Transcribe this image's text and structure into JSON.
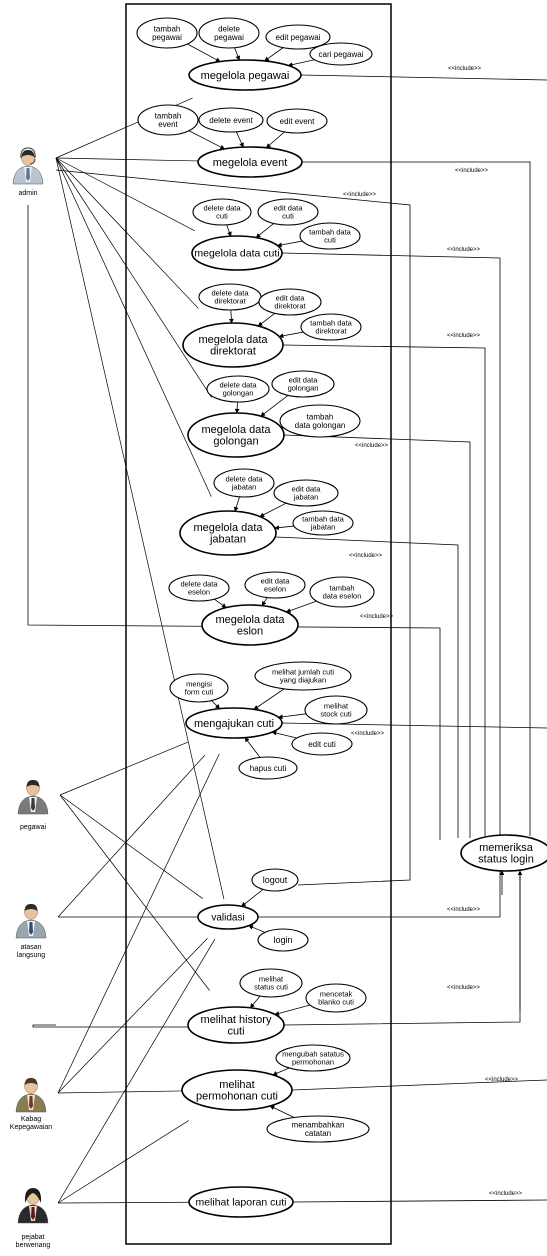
{
  "actors": {
    "admin": "admin",
    "pegawai": "pegawai",
    "atasan": [
      "atasan",
      "langsung"
    ],
    "kabag": [
      "Kabag",
      "Kepegawaian"
    ],
    "pejabat": [
      "pejabat",
      "berwenang"
    ]
  },
  "use_cases": {
    "megelola_pegawai": [
      "megelola pegawai"
    ],
    "tambah_pegawai": [
      "tambah",
      "pegawai"
    ],
    "delete_pegawai": [
      "delete",
      "pegawai"
    ],
    "edit_pegawai": [
      "edit pegawai"
    ],
    "cari_pegawai": [
      "cari pegawai"
    ],
    "megelola_event": [
      "megelola event"
    ],
    "tambah_event": [
      "tambah",
      "event"
    ],
    "delete_event": [
      "delete event"
    ],
    "edit_event": [
      "edit event"
    ],
    "megelola_data_cuti": [
      "megelola data cuti"
    ],
    "delete_data_cuti": [
      "delete data",
      "cuti"
    ],
    "edit_data_cuti": [
      "edit data",
      "cuti"
    ],
    "tambah_data_cuti": [
      "tambah data",
      "cuti"
    ],
    "megelola_data_direktorat": [
      "megelola data",
      "direktorat"
    ],
    "delete_data_direktorat": [
      "delete data",
      "direktorat"
    ],
    "edit_data_direktorat": [
      "edit data",
      "direktorat"
    ],
    "tambah_data_direktorat": [
      "tambah data",
      "direktorat"
    ],
    "megelola_data_golongan": [
      "megelola data",
      "golongan"
    ],
    "delete_data_golongan": [
      "delete data",
      "golongan"
    ],
    "edit_data_golongan": [
      "edit data",
      "golongan"
    ],
    "tambah_data_golongan": [
      "tambah",
      "data golongan"
    ],
    "megelola_data_jabatan": [
      "megelola data",
      "jabatan"
    ],
    "delete_data_jabatan": [
      "delete data",
      "jabatan"
    ],
    "edit_data_jabatan": [
      "edit data",
      "jabatan"
    ],
    "tambah_data_jabatan": [
      "tambah data",
      "jabatan"
    ],
    "megelola_data_eslon": [
      "megelola data",
      "eslon"
    ],
    "delete_data_eselon": [
      "delete data",
      "eselon"
    ],
    "edit_data_eselon": [
      "edit data",
      "eselon"
    ],
    "tambah_data_eselon": [
      "tambah",
      "data  eselon"
    ],
    "mengajukan_cuti": [
      "mengajukan cuti"
    ],
    "mengisi_form_cuti": [
      "mengisi",
      "form cuti"
    ],
    "melihat_jumlah_cuti": [
      "melihat jumlah cuti",
      "yang diajukan"
    ],
    "melihat_stock_cuti": [
      "melihat",
      "stock cuti"
    ],
    "edit_cuti": [
      "edit cuti"
    ],
    "hapus_cuti": [
      "hapus cuti"
    ],
    "validasi": [
      "validasi"
    ],
    "logout": [
      "logout"
    ],
    "login": [
      "login"
    ],
    "melihat_history_cuti": [
      "melihat history",
      "cuti"
    ],
    "melihat_status_cuti": [
      "melihat",
      "status cuti"
    ],
    "mencetak_blanko_cuti": [
      "mencetak",
      "blanko cuti"
    ],
    "melihat_permohonan_cuti": [
      "melihat",
      "permohonan cuti"
    ],
    "mengubah_status": [
      "mengubah satatus",
      "permohonan"
    ],
    "menambahkan_catatan": [
      "menambahkan",
      "catatan"
    ],
    "melihat_laporan_cuti": [
      "melihat laporan cuti"
    ],
    "memeriksa_status_login": [
      "memeriksa",
      "status login"
    ]
  },
  "include_label": "<<include>>"
}
